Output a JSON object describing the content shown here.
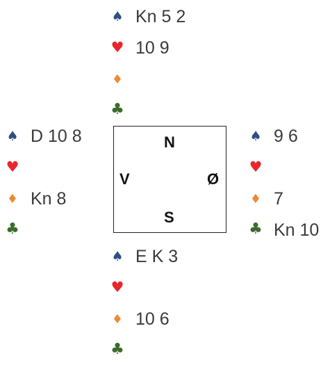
{
  "colors": {
    "spade": "#2e4f84",
    "heart": "#e8262b",
    "diamond": "#e98b35",
    "club": "#3c6b2a"
  },
  "suit_glyphs": {
    "spade": "♠",
    "heart": "♥",
    "diamond": "♦",
    "club": "♣"
  },
  "compass": {
    "north": "N",
    "west": "V",
    "east": "Ø",
    "south": "S"
  },
  "hands": {
    "north": {
      "spades": "Kn 5 2",
      "hearts": "10 9",
      "diamonds": "",
      "clubs": ""
    },
    "west": {
      "spades": "D 10 8",
      "hearts": "",
      "diamonds": "Kn 8",
      "clubs": ""
    },
    "east": {
      "spades": "9 6",
      "hearts": "",
      "diamonds": "7",
      "clubs": "Kn 10"
    },
    "south": {
      "spades": "E K 3",
      "hearts": "",
      "diamonds": "10 6",
      "clubs": ""
    }
  }
}
